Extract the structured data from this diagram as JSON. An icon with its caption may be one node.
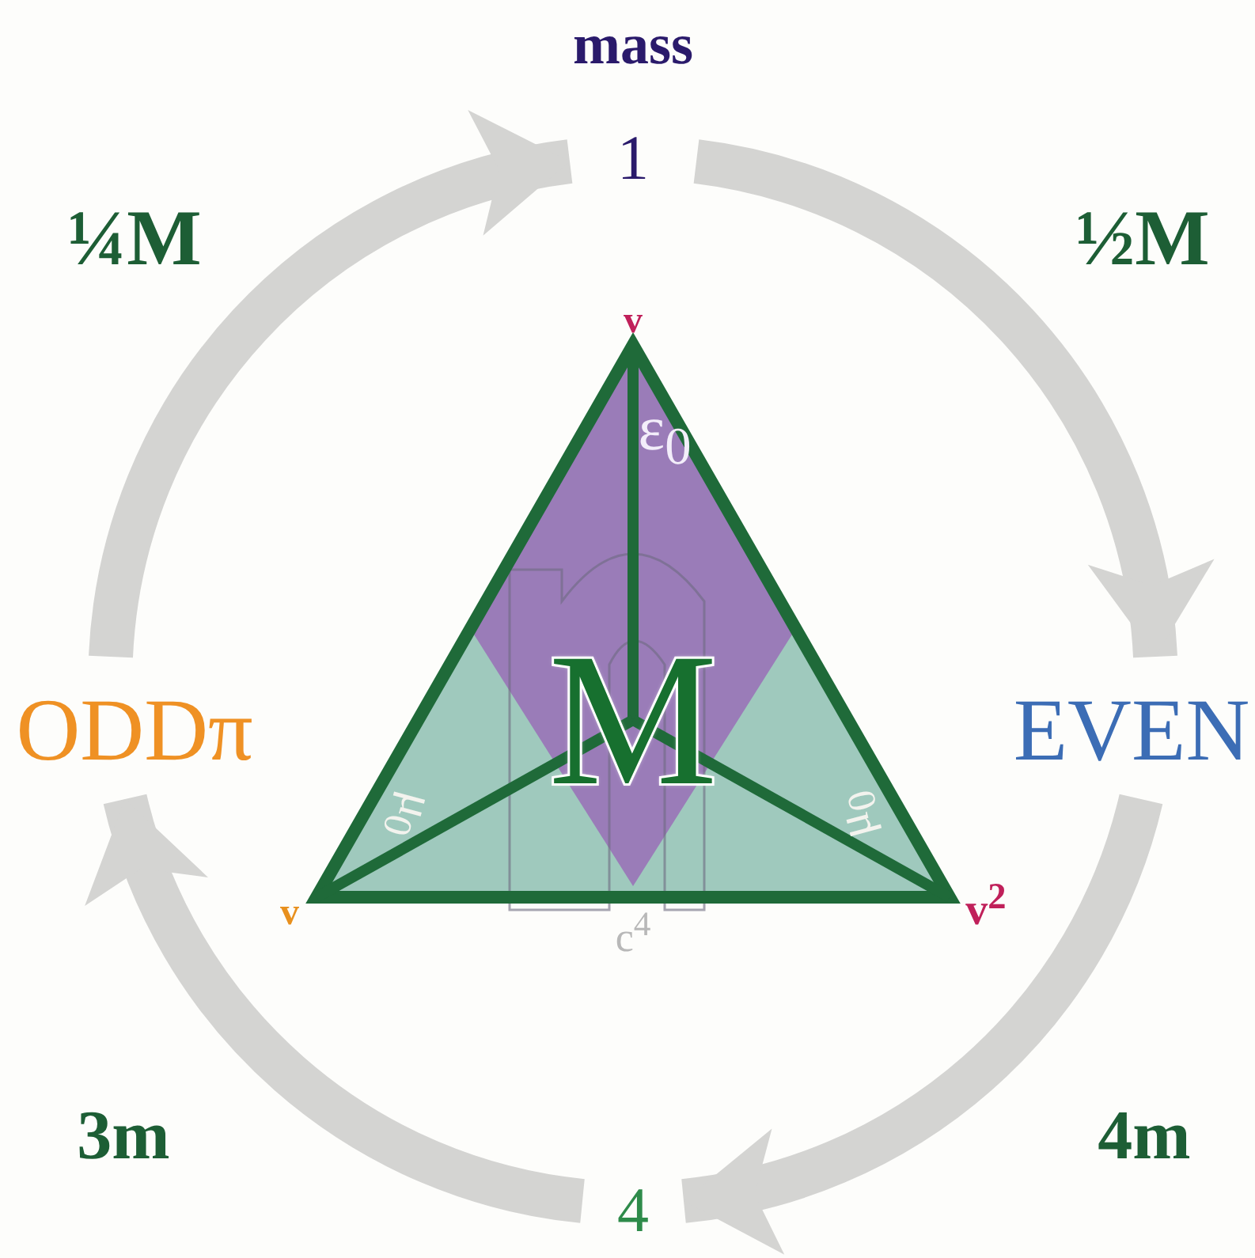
{
  "diagram": {
    "nodes": [
      {
        "text": [
          "1"
        ]
      },
      {
        "text": [
          "EVEN"
        ]
      },
      {
        "text": [
          "4"
        ]
      },
      {
        "text": [
          "ODDπ"
        ]
      }
    ],
    "edges": [
      {
        "from": 3,
        "to": 0,
        "arrow": "to"
      },
      {
        "from": 0,
        "to": 1,
        "arrow": "to"
      },
      {
        "from": 1,
        "to": 2,
        "arrow": "to"
      },
      {
        "from": 2,
        "to": 3,
        "arrow": "to"
      }
    ],
    "labels": [
      "mass",
      "¼M",
      "½M",
      "v",
      "ε$_{0}$",
      "M",
      "μ$_{0}$",
      "μ$_{0}$",
      "v",
      "v$^{2}$",
      "c$^{4}$",
      "3m",
      "4m"
    ]
  }
}
